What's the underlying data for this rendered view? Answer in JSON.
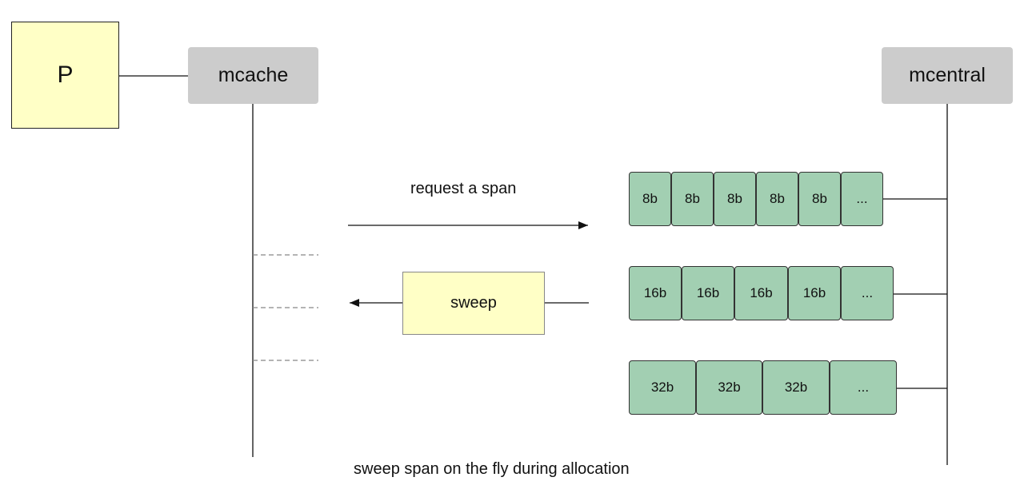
{
  "nodes": {
    "p": "P",
    "mcache": "mcache",
    "mcentral": "mcentral",
    "sweep": "sweep"
  },
  "labels": {
    "request": "request a span",
    "caption": "sweep span on the fly during allocation"
  },
  "span_lists": [
    {
      "name": "span-list-8b",
      "cells": [
        "8b",
        "8b",
        "8b",
        "8b",
        "8b",
        "..."
      ]
    },
    {
      "name": "span-list-16b",
      "cells": [
        "16b",
        "16b",
        "16b",
        "16b",
        "..."
      ]
    },
    {
      "name": "span-list-32b",
      "cells": [
        "32b",
        "32b",
        "32b",
        "..."
      ]
    }
  ],
  "colors": {
    "p_fill": "#ffffc6",
    "sweep_fill": "#ffffc6",
    "node_gray": "#cccccc",
    "span_cell_fill": "#a2cfb2"
  }
}
